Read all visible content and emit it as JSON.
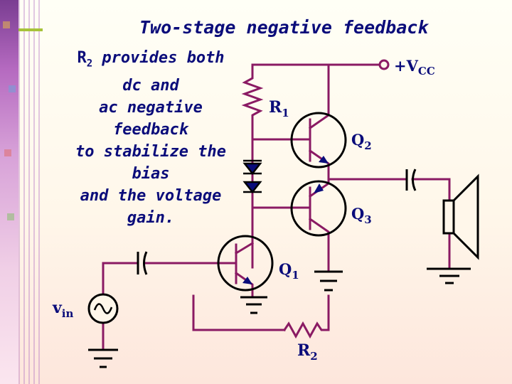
{
  "title": "Two-stage negative feedback",
  "note": {
    "r2_prefix": "R",
    "r2_sub": "2",
    "line1_rest": " provides both",
    "line2": "dc and",
    "line3": "ac negative",
    "line4": "feedback",
    "line5": "to stabilize the",
    "line6": "bias",
    "line7": "and the voltage",
    "line8": "gain."
  },
  "labels": {
    "vcc": "+V",
    "vcc_sub": "CC",
    "r1": "R",
    "r1_sub": "1",
    "r2": "R",
    "r2_sub": "2",
    "q1": "Q",
    "q1_sub": "1",
    "q2": "Q",
    "q2_sub": "2",
    "q3": "Q",
    "q3_sub": "3",
    "vin": "v",
    "vin_sub": "in"
  },
  "colors": {
    "wire": "#8a1a63",
    "text": "#0a0c7a",
    "dark": "#000000"
  }
}
